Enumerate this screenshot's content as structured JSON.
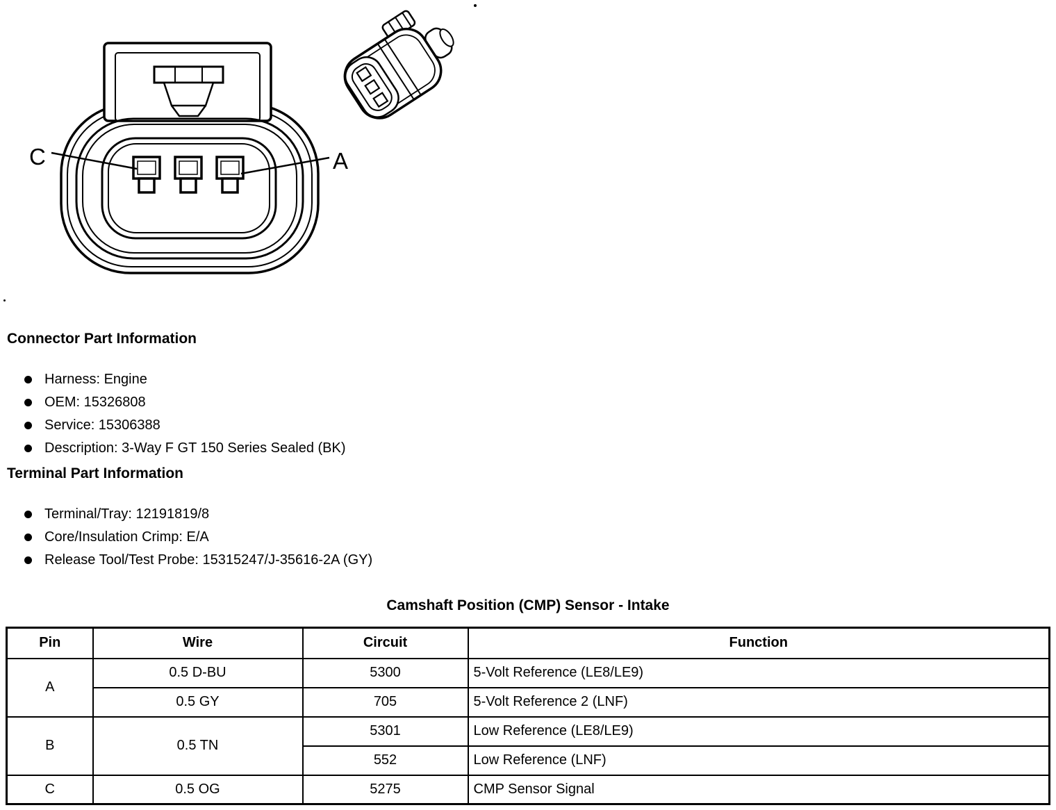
{
  "diagram": {
    "labels": {
      "left": "C",
      "right": "A"
    }
  },
  "connector_info": {
    "title": "Connector Part Information",
    "items": [
      "Harness: Engine",
      "OEM: 15326808",
      "Service: 15306388",
      "Description: 3-Way F GT 150 Series Sealed (BK)"
    ]
  },
  "terminal_info": {
    "title": "Terminal Part Information",
    "items": [
      "Terminal/Tray: 12191819/8",
      "Core/Insulation Crimp: E/A",
      "Release Tool/Test Probe: 15315247/J-35616-2A (GY)"
    ]
  },
  "table": {
    "title": "Camshaft Position (CMP) Sensor - Intake",
    "headers": [
      "Pin",
      "Wire",
      "Circuit",
      "Function"
    ],
    "rows": [
      {
        "pin": "A",
        "wire": "0.5 D-BU",
        "circuit": "5300",
        "function": "5-Volt Reference (LE8/LE9)"
      },
      {
        "wire": "0.5 GY",
        "circuit": "705",
        "function": "5-Volt Reference 2 (LNF)"
      },
      {
        "pin": "B",
        "wire": "0.5 TN",
        "circuit": "5301",
        "function": "Low Reference (LE8/LE9)"
      },
      {
        "circuit": "552",
        "function": "Low Reference (LNF)"
      },
      {
        "pin": "C",
        "wire": "0.5 OG",
        "circuit": "5275",
        "function": "CMP Sensor Signal"
      }
    ]
  }
}
